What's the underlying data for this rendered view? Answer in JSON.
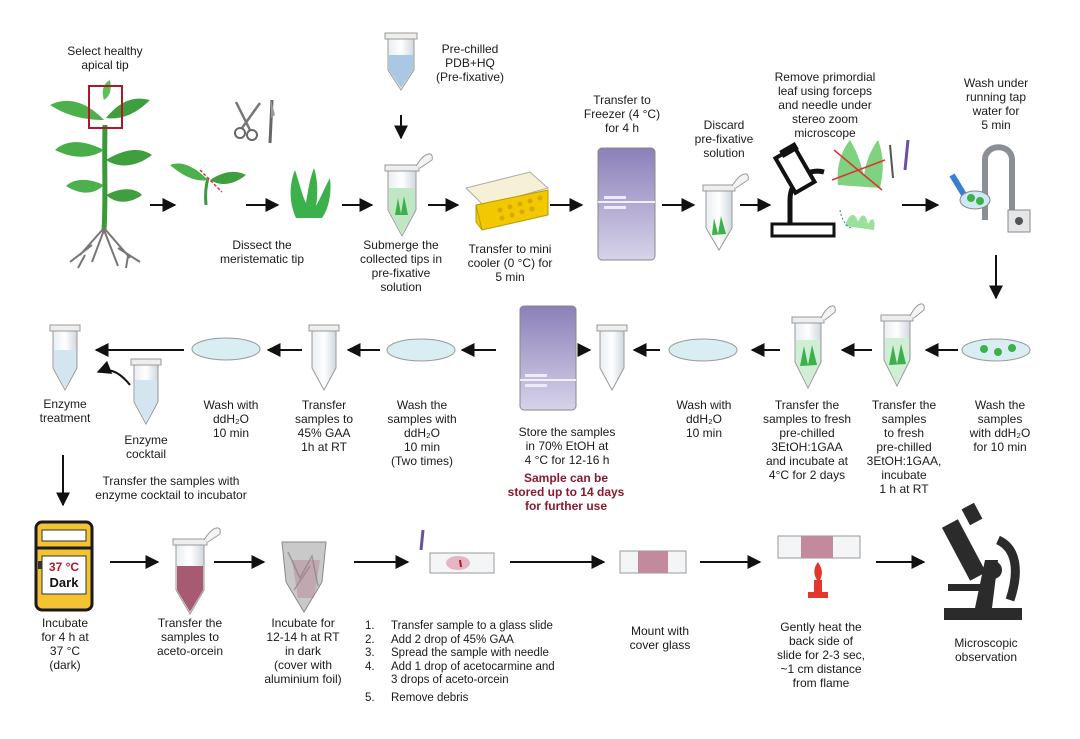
{
  "labels": {
    "select_tip": "Select healthy\napical tip",
    "dissect": "Dissect the\nmeristematic tip",
    "prechilled": "Pre-chilled\nPDB+HQ\n(Pre-fixative)",
    "submerge": "Submerge the\ncollected tips in\npre-fixative\nsolution",
    "mini_cooler": "Transfer to mini\ncooler (0 °C) for\n5 min",
    "freezer": "Transfer to\nFreezer (4 °C)\nfor 4 h",
    "discard": "Discard\npre-fixative\nsolution",
    "remove_leaf": "Remove primordial\nleaf using forceps\nand needle under\nstereo zoom\nmicroscope",
    "wash_tap": "Wash under\nrunning tap\nwater for\n5 min",
    "wash_ddh2o_10": "Wash the\nsamples\nwith ddH₂O\nfor 10 min",
    "transfer_3etoh_1h": "Transfer the\nsamples\nto fresh\npre-chilled\n3EtOH:1GAA,\nincubate\n1 h at RT",
    "transfer_3etoh_2d": "Transfer the\nsamples to fresh\npre-chilled\n3EtOH:1GAA\nand incubate at\n4°C for 2 days",
    "wash_ddh2o_b": "Wash with\nddH₂O\n10 min",
    "store": "Store the samples\nin 70% EtOH at\n4 °C for 12-16 h",
    "store_note": "Sample can be\nstored up to 14 days\nfor further use",
    "wash_two_times": "Wash the\nsamples with\nddH₂O\n10 min\n(Two times)",
    "transfer_gaa": "Transfer\nsamples to\n45% GAA\n1h at RT",
    "wash_ddh2o_c": "Wash with\nddH₂O\n10 min",
    "enzyme_cocktail": "Enzyme\ncocktail",
    "enzyme_treatment": "Enzyme\ntreatment",
    "transfer_incubator": "Transfer the samples with\nenzyme cocktail to incubator",
    "incubator_temp": "37 °C",
    "incubator_dark": "Dark",
    "incubate_4h": "Incubate\nfor 4 h at\n37 °C\n(dark)",
    "transfer_aceto": "Transfer the\nsamples to\naceto-orcein",
    "incubate_12h": "Incubate for\n12-14 h at RT\nin dark\n(cover with\naluminium foil)",
    "mount": "Mount with\ncover glass",
    "heat": "Gently heat the\nback side of\nslide for 2-3 sec,\n~1 cm distance\nfrom flame",
    "micro_obs": "Microscopic\nobservation"
  },
  "steps": [
    {
      "num": "1.",
      "text": "Transfer sample to a glass slide"
    },
    {
      "num": "2.",
      "text": "Add 2 drop of 45% GAA"
    },
    {
      "num": "3.",
      "text": "Spread the sample with needle"
    },
    {
      "num": "4.",
      "text": "Add 1 drop of acetocarmine and\n3 drops of aceto-orcein"
    },
    {
      "num": "5.",
      "text": "Remove debris"
    }
  ],
  "colors": {
    "accent_red": "#8a1a2e",
    "plant_green": "#3fae3f",
    "freezer_purple": "#9a8fc0",
    "stain_pink": "#b06a85",
    "incubator_yellow": "#f2c12e"
  }
}
